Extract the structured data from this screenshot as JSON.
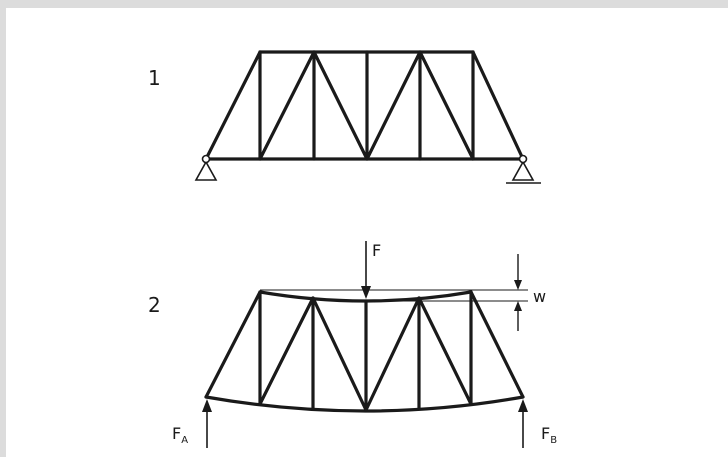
{
  "figure": {
    "panel_1": {
      "label": "1"
    },
    "panel_2": {
      "label": "2",
      "load_label": "F",
      "deflection_label": "w",
      "reaction_a": {
        "main": "F",
        "sub": "A"
      },
      "reaction_b": {
        "main": "F",
        "sub": "B"
      }
    }
  }
}
